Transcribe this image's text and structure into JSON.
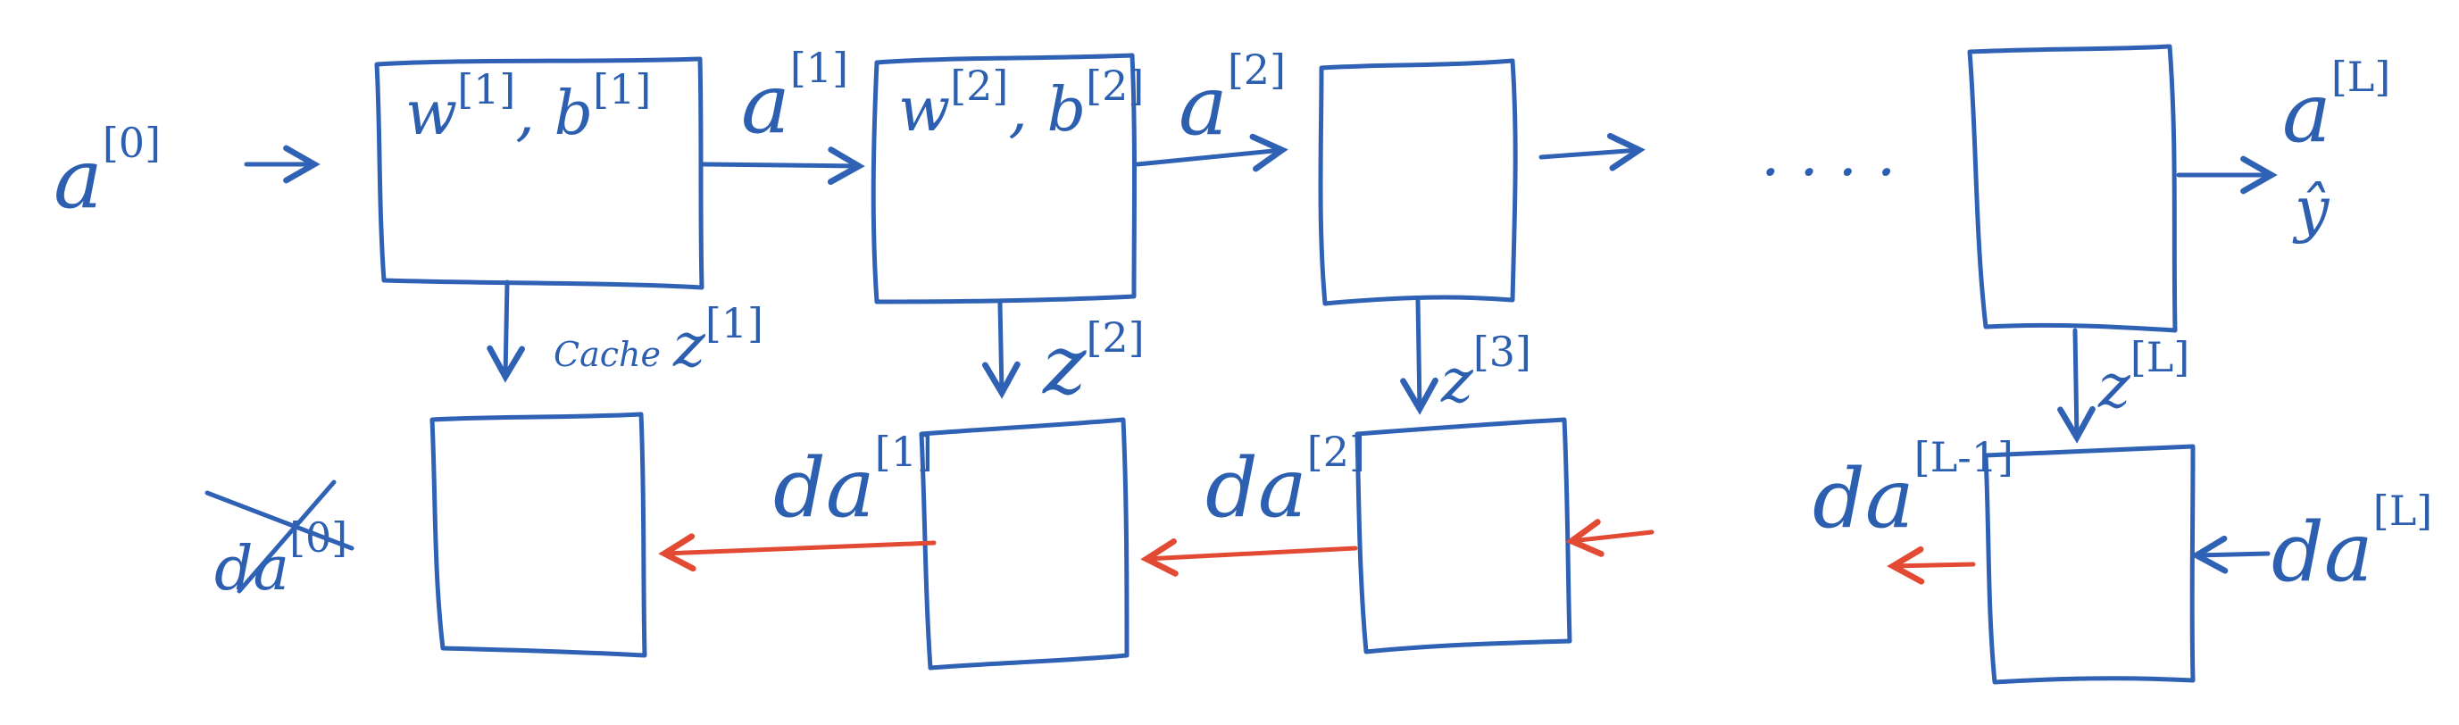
{
  "forward": {
    "input": {
      "base": "a",
      "sup": "[0]"
    },
    "layer1_params": {
      "base": "w",
      "sup": "[1]",
      "sep": ", ",
      "base2": "b",
      "sup2": "[1]"
    },
    "a1": {
      "base": "a",
      "sup": "[1]"
    },
    "layer2_params": {
      "base": "w",
      "sup": "[2]",
      "sep": ", ",
      "base2": "b",
      "sup2": "[2]"
    },
    "a2": {
      "base": "a",
      "sup": "[2]"
    },
    "ellipsis": ". . . .",
    "output": {
      "base": "a",
      "sup": "[L]",
      "yhat": "ŷ"
    }
  },
  "cache": {
    "z1": {
      "prefix": "Cache",
      "base": "z",
      "sup": "[1]"
    },
    "z2": {
      "base": "z",
      "sup": "[2]"
    },
    "z3": {
      "base": "z",
      "sup": "[3]"
    },
    "zL": {
      "base": "z",
      "sup": "[L]"
    }
  },
  "backward": {
    "da0": {
      "base": "da",
      "sup": "[0]"
    },
    "da1": {
      "base": "da",
      "sup": "[1]"
    },
    "da2": {
      "base": "da",
      "sup": "[2]"
    },
    "daLm1": {
      "base": "da",
      "sup": "[L-1]"
    },
    "daL": {
      "base": "da",
      "sup": "[L]"
    }
  },
  "colors": {
    "ink": "#2f62b5",
    "backprop": "#e24a34"
  }
}
